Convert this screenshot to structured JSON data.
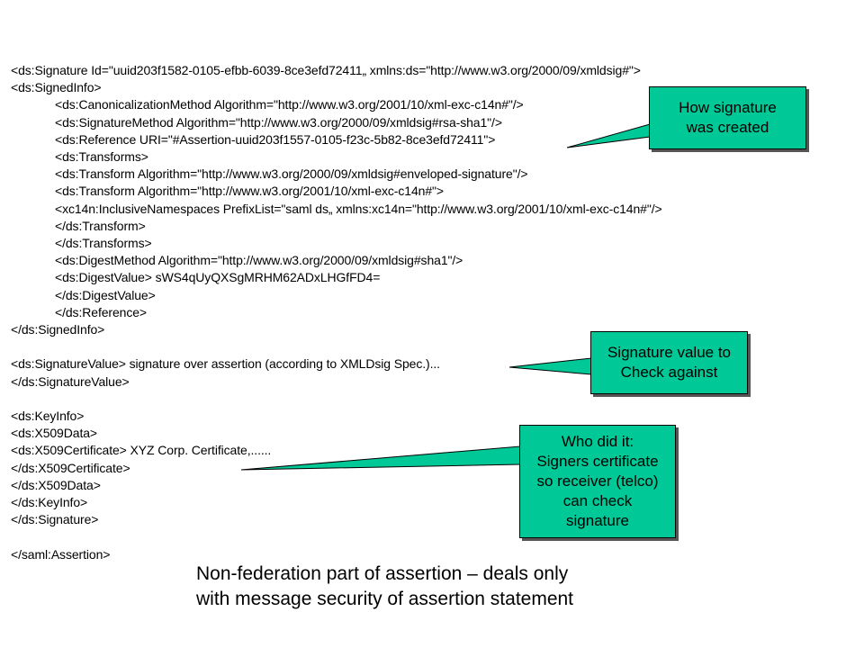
{
  "code_lines": [
    {
      "text": "<ds:Signature Id=\"uuid203f1582-0105-efbb-6039-8ce3efd72411„ xmlns:ds=\"http://www.w3.org/2000/09/xmldsig#\">",
      "indent": 0
    },
    {
      "text": "<ds:SignedInfo>",
      "indent": 0
    },
    {
      "text": "<ds:CanonicalizationMethod Algorithm=\"http://www.w3.org/2001/10/xml-exc-c14n#\"/>",
      "indent": 1
    },
    {
      "text": "<ds:SignatureMethod Algorithm=\"http://www.w3.org/2000/09/xmldsig#rsa-sha1\"/>",
      "indent": 1
    },
    {
      "text": "<ds:Reference URI=\"#Assertion-uuid203f1557-0105-f23c-5b82-8ce3efd72411\">",
      "indent": 1
    },
    {
      "text": "<ds:Transforms>",
      "indent": 1
    },
    {
      "text": "<ds:Transform Algorithm=\"http://www.w3.org/2000/09/xmldsig#enveloped-signature\"/>",
      "indent": 1
    },
    {
      "text": "<ds:Transform Algorithm=\"http://www.w3.org/2001/10/xml-exc-c14n#\">",
      "indent": 1
    },
    {
      "text": "<xc14n:InclusiveNamespaces PrefixList=\"saml ds„ xmlns:xc14n=\"http://www.w3.org/2001/10/xml-exc-c14n#\"/>",
      "indent": 1
    },
    {
      "text": "</ds:Transform>",
      "indent": 1
    },
    {
      "text": "</ds:Transforms>",
      "indent": 1
    },
    {
      "text": "<ds:DigestMethod Algorithm=\"http://www.w3.org/2000/09/xmldsig#sha1\"/>",
      "indent": 1
    },
    {
      "text": "<ds:DigestValue> sWS4qUyQXSgMRHM62ADxLHGfFD4=",
      "indent": 1
    },
    {
      "text": "</ds:DigestValue>",
      "indent": 1
    },
    {
      "text": "</ds:Reference>",
      "indent": 1
    },
    {
      "text": "</ds:SignedInfo>",
      "indent": 0
    },
    {
      "text": "",
      "indent": 0
    },
    {
      "text": "<ds:SignatureValue> signature over assertion (according to XMLDsig Spec.)...",
      "indent": 0
    },
    {
      "text": "</ds:SignatureValue>",
      "indent": 0
    },
    {
      "text": "",
      "indent": 0
    },
    {
      "text": "<ds:KeyInfo>",
      "indent": 0
    },
    {
      "text": "<ds:X509Data>",
      "indent": 0
    },
    {
      "text": "<ds:X509Certificate> XYZ Corp. Certificate,......",
      "indent": 0
    },
    {
      "text": "</ds:X509Certificate>",
      "indent": 0
    },
    {
      "text": "</ds:X509Data>",
      "indent": 0
    },
    {
      "text": "</ds:KeyInfo>",
      "indent": 0
    },
    {
      "text": "</ds:Signature>",
      "indent": 0
    },
    {
      "text": "",
      "indent": 0
    },
    {
      "text": "</saml:Assertion>",
      "indent": 0
    }
  ],
  "callouts": {
    "how_created": "How signature\nwas created",
    "signature_value": "Signature value to\nCheck against",
    "who_did_it": "Who did it:\nSigners certificate\nso receiver (telco)\ncan check\nsignature"
  },
  "caption": "Non-federation part of assertion – deals only\nwith message security of assertion statement",
  "colors": {
    "callout_fill": "#00c896",
    "callout_border": "#000000"
  }
}
